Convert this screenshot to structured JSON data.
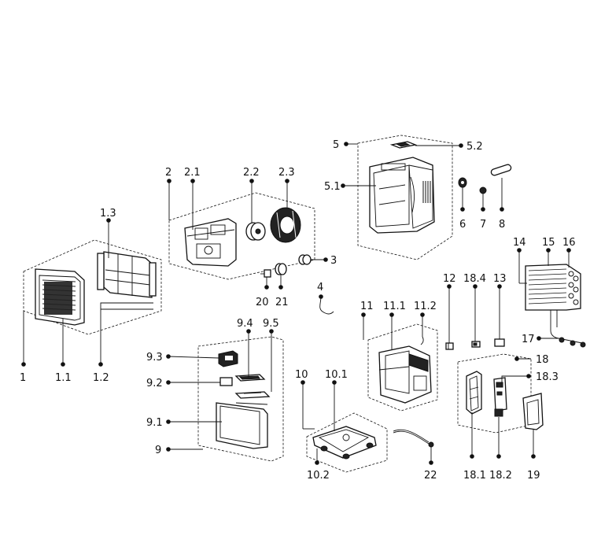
{
  "labels": {
    "l1": "1",
    "l1_1": "1.1",
    "l1_2": "1.2",
    "l1_3": "1.3",
    "l2": "2",
    "l2_1": "2.1",
    "l2_2": "2.2",
    "l2_3": "2.3",
    "l3": "3",
    "l4": "4",
    "l5": "5",
    "l5_1": "5.1",
    "l5_2": "5.2",
    "l6": "6",
    "l7": "7",
    "l8": "8",
    "l9": "9",
    "l9_1": "9.1",
    "l9_2": "9.2",
    "l9_3": "9.3",
    "l9_4": "9.4",
    "l9_5": "9.5",
    "l10": "10",
    "l10_1": "10.1",
    "l10_2": "10.2",
    "l11": "11",
    "l11_1": "11.1",
    "l11_2": "11.2",
    "l12": "12",
    "l13": "13",
    "l14": "14",
    "l15": "15",
    "l16": "16",
    "l17": "17",
    "l18": "18",
    "l18_1": "18.1",
    "l18_2": "18.2",
    "l18_3": "18.3",
    "l18_4": "18.4",
    "l19": "19",
    "l20": "20",
    "l21": "21",
    "l22": "22"
  }
}
